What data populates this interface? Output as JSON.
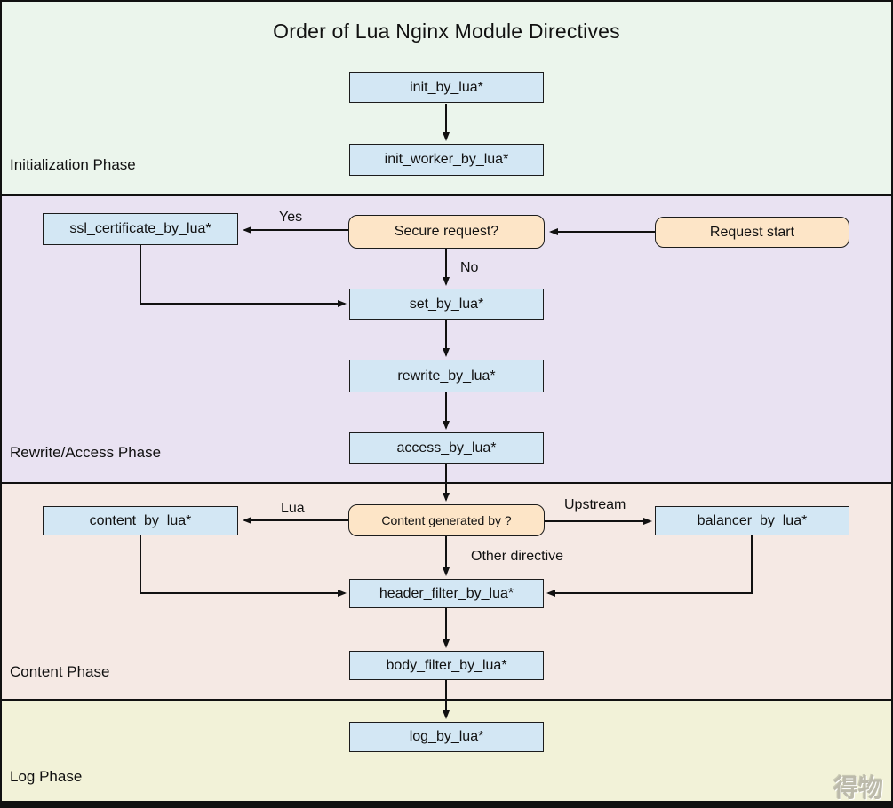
{
  "title": "Order of Lua Nginx Module Directives",
  "watermark": "得物",
  "phases": [
    {
      "id": "init",
      "label": "Initialization Phase"
    },
    {
      "id": "rewrite_access",
      "label": "Rewrite/Access Phase"
    },
    {
      "id": "content",
      "label": "Content Phase"
    },
    {
      "id": "log",
      "label": "Log Phase"
    }
  ],
  "nodes": {
    "init_by_lua": {
      "label": "init_by_lua*",
      "type": "process"
    },
    "init_worker_by_lua": {
      "label": "init_worker_by_lua*",
      "type": "process"
    },
    "ssl_certificate_by_lua": {
      "label": "ssl_certificate_by_lua*",
      "type": "process"
    },
    "secure_request": {
      "label": "Secure request?",
      "type": "decision"
    },
    "request_start": {
      "label": "Request start",
      "type": "terminal"
    },
    "set_by_lua": {
      "label": "set_by_lua*",
      "type": "process"
    },
    "rewrite_by_lua": {
      "label": "rewrite_by_lua*",
      "type": "process"
    },
    "access_by_lua": {
      "label": "access_by_lua*",
      "type": "process"
    },
    "content_by_lua": {
      "label": "content_by_lua*",
      "type": "process"
    },
    "content_generated_by": {
      "label": "Content generated by ?",
      "type": "decision"
    },
    "balancer_by_lua": {
      "label": "balancer_by_lua*",
      "type": "process"
    },
    "header_filter_by_lua": {
      "label": "header_filter_by_lua*",
      "type": "process"
    },
    "body_filter_by_lua": {
      "label": "body_filter_by_lua*",
      "type": "process"
    },
    "log_by_lua": {
      "label": "log_by_lua*",
      "type": "process"
    }
  },
  "edges": [
    {
      "from": "init_by_lua",
      "to": "init_worker_by_lua",
      "label": ""
    },
    {
      "from": "request_start",
      "to": "secure_request",
      "label": ""
    },
    {
      "from": "secure_request",
      "to": "ssl_certificate_by_lua",
      "label": "Yes"
    },
    {
      "from": "secure_request",
      "to": "set_by_lua",
      "label": "No"
    },
    {
      "from": "ssl_certificate_by_lua",
      "to": "set_by_lua",
      "label": ""
    },
    {
      "from": "set_by_lua",
      "to": "rewrite_by_lua",
      "label": ""
    },
    {
      "from": "rewrite_by_lua",
      "to": "access_by_lua",
      "label": ""
    },
    {
      "from": "access_by_lua",
      "to": "content_generated_by",
      "label": ""
    },
    {
      "from": "content_generated_by",
      "to": "content_by_lua",
      "label": "Lua"
    },
    {
      "from": "content_generated_by",
      "to": "balancer_by_lua",
      "label": "Upstream"
    },
    {
      "from": "content_generated_by",
      "to": "header_filter_by_lua",
      "label": "Other directive"
    },
    {
      "from": "content_by_lua",
      "to": "header_filter_by_lua",
      "label": ""
    },
    {
      "from": "balancer_by_lua",
      "to": "header_filter_by_lua",
      "label": ""
    },
    {
      "from": "header_filter_by_lua",
      "to": "body_filter_by_lua",
      "label": ""
    },
    {
      "from": "body_filter_by_lua",
      "to": "log_by_lua",
      "label": ""
    }
  ],
  "colors": {
    "phase-init-bg": "#ebf5ec",
    "phase-rewrite-bg": "#e9e2f2",
    "phase-content-bg": "#f5e9e4",
    "phase-log-bg": "#f2f2d8",
    "node-fill": "#d3e7f4",
    "decision-fill": "#fde5c7",
    "node-border": "#1c1c1c",
    "arrow": "#111111",
    "frame": "#111111",
    "text": "#111111",
    "watermark": "#bcbaab"
  }
}
